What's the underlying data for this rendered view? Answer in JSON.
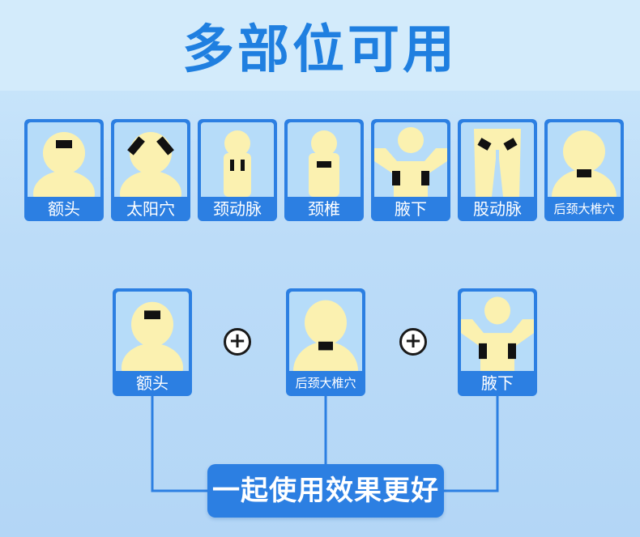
{
  "title": "多部位可用",
  "top_row": [
    {
      "label": "额头",
      "figure": "head-forehead-patch"
    },
    {
      "label": "太阳穴",
      "figure": "head-temple-patches"
    },
    {
      "label": "颈动脉",
      "figure": "neck-carotid-patches"
    },
    {
      "label": "颈椎",
      "figure": "neck-cervical-patch"
    },
    {
      "label": "腋下",
      "figure": "arms-underarm-patches"
    },
    {
      "label": "股动脉",
      "figure": "legs-femoral-patches"
    },
    {
      "label": "后颈大椎穴",
      "figure": "back-neck-patch"
    }
  ],
  "combo_row": [
    {
      "label": "额头",
      "figure": "head-forehead-patch"
    },
    {
      "label": "后颈大椎穴",
      "figure": "back-neck-patch"
    },
    {
      "label": "腋下",
      "figure": "arms-underarm-patches"
    }
  ],
  "plus_symbol": "+",
  "summary": "一起使用效果更好",
  "colors": {
    "accent": "#2c7fe2",
    "title": "#1f7fe0",
    "skin": "#fbf1b0",
    "patch": "#111111",
    "card_bg": "#b6dcf9"
  }
}
